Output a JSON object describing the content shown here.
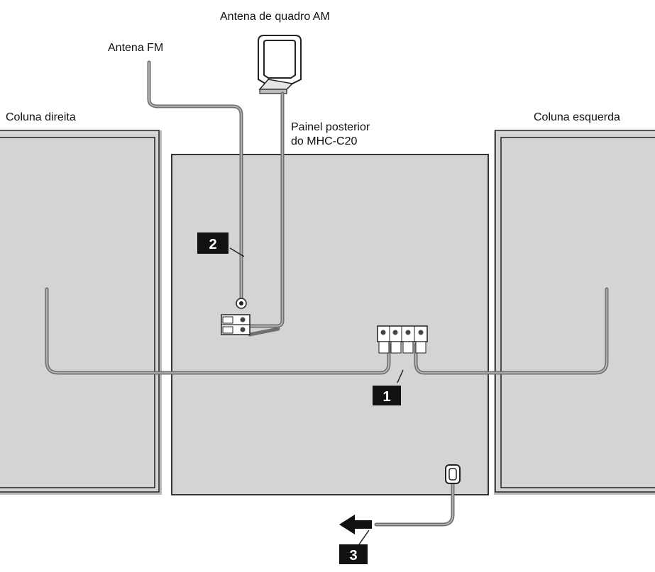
{
  "labels": {
    "am_antenna": "Antena de quadro AM",
    "fm_antenna": "Antena FM",
    "right_speaker": "Coluna direita",
    "left_speaker": "Coluna esquerda",
    "rear_panel_line1": "Painel posterior",
    "rear_panel_line2": "do MHC-C20"
  },
  "steps": [
    "1",
    "2",
    "3"
  ],
  "colors": {
    "panel_fill": "#d4d4d4",
    "outline": "#222222",
    "cable": "#6f6f6f",
    "step_badge": "#111111"
  }
}
